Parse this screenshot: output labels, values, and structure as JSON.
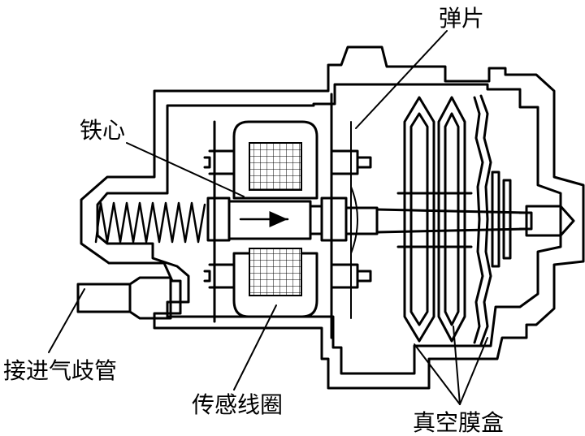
{
  "labels": {
    "spring_plate": "弹片",
    "iron_core": "铁心",
    "intake_manifold": "接进气歧管",
    "sensor_coil": "传感线圈",
    "vacuum_capsule": "真空膜盒"
  },
  "colors": {
    "line": "#000000",
    "background": "#ffffff"
  }
}
